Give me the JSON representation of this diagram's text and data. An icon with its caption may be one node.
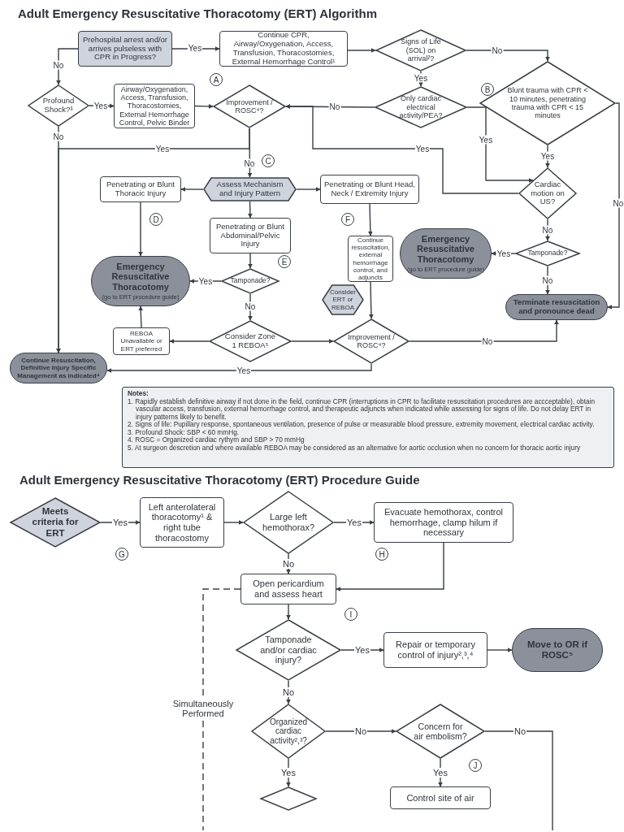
{
  "diagram": {
    "title": "Adult Emergency Resuscitative Thoracotomy (ERT) Algorithm",
    "nodes": [
      {
        "text": [
          "Prehospital arrest and/or arrives pulseless with CPR in Progress?"
        ]
      },
      {
        "text": [
          "Continue CPR, Airway/Oxygenation, Access, Transfusion, Thoracostomies, External Hemorrhage Control¹"
        ]
      },
      {
        "text": [
          "Signs of Life (SOL) on arrival²?"
        ]
      },
      {
        "text": [
          "Profound Shock?³"
        ]
      },
      {
        "text": [
          "Airway/Oxygenation, Access, Transfusion, Thoracostomies, External Hemorrhage Control, Pelvic Binder"
        ]
      },
      {
        "text": [
          "Improvement / ROSC⁴?"
        ]
      },
      {
        "text": [
          "Only cardiac electrical activity/PEA?"
        ]
      },
      {
        "text": [
          "Blunt trauma with CPR < 10 minutes, penetrating trauma with CPR < 15 minutes"
        ]
      },
      {
        "text": [
          "Assess Mechanism and Injury Pattern"
        ]
      },
      {
        "text": [
          "Penetrating or Blunt Thoracic Injury"
        ]
      },
      {
        "text": [
          "Penetrating or Blunt Head, Neck / Extremity Injury"
        ]
      },
      {
        "text": [
          "Cardiac motion on US?"
        ]
      },
      {
        "text": [
          "Penetrating or Blunt Abdominal/Pelvic Injury"
        ]
      },
      {
        "text": [
          "Emergency Resuscitative Thoracotomy",
          "(go to ERT procedure guide)"
        ]
      },
      {
        "text": [
          "Tamponade?"
        ]
      },
      {
        "text": [
          "Continue resuscitation, external hemorrhage control, and adjuncts"
        ]
      },
      {
        "text": [
          "Consider ERT or REBOA"
        ]
      },
      {
        "text": [
          "Emergency Resuscitative Thoracotomy",
          "(go to ERT procedure guide)"
        ]
      },
      {
        "text": [
          "Tamponade?"
        ]
      },
      {
        "text": [
          "Terminate resuscitation and pronounce dead"
        ]
      },
      {
        "text": [
          "REBOA Unavailable or ERT preferred"
        ]
      },
      {
        "text": [
          "Consider Zone 1 REBOA⁵"
        ]
      },
      {
        "text": [
          "Improvement / ROSC⁴?"
        ]
      },
      {
        "text": [
          "Continue Resuscitation, Definitive Injury Specific Management as indicated⁴"
        ]
      },
      {
        "text": [
          "Notes:",
          "1. Rapidly establish definitive airway if not done in the field, continue CPR (interruptions in CPR to facilitate resuscitation procedures are accceptable), obtain vascular access, transfusion, external hemorrhage control, and therapeutic adjuncts when indicated while assessing for signs of life. Do not delay ERT in injury patterns likely to benefit.",
          "2. Signs of life: Pupillary response, spontaneous ventilation, presence of pulse or measurable blood pressure, extremity movement, electrical cardiac activity.",
          "3. Profound Shock: SBP < 60 mmHg.",
          "4. ROSC = Organized cardiac rythym and SBP > 70 mmHg",
          "5. At surgeon descretion and where available REBOA may be considered as an alternative for aortic occlusion when no concern for thoracic aortic injury"
        ]
      },
      {
        "text": [
          "Meets criteria for ERT"
        ]
      },
      {
        "text": [
          "Left anterolateral thoracotomy¹ & right tube thoracostomy"
        ]
      },
      {
        "text": [
          "Large left hemothorax?"
        ]
      },
      {
        "text": [
          "Evacuate hemothorax, control hemorrhage, clamp hilum if necessary"
        ]
      },
      {
        "text": [
          "Open pericardium and assess heart"
        ]
      },
      {
        "text": [
          "Tamponade and/or cardiac injury?"
        ]
      },
      {
        "text": [
          "Repair or temporary control of injury²,³,⁴"
        ]
      },
      {
        "text": [
          "Move to OR if ROSC⁵"
        ]
      },
      {
        "text": [
          "Organized cardiac activity²,³?"
        ]
      },
      {
        "text": [
          "Concern for air embolism?"
        ]
      },
      {
        "text": [
          "Control site of air"
        ]
      },
      {
        "text": [],
        "shape": "diamond"
      }
    ],
    "edges": [
      {
        "from": 0,
        "to": 1,
        "arrow": "to",
        "label": "Yes"
      },
      {
        "from": 0,
        "to": 3,
        "arrow": "to",
        "label": "No"
      },
      {
        "from": 1,
        "to": 2,
        "arrow": "to"
      },
      {
        "from": 2,
        "to": 7,
        "arrow": "to",
        "label": "No"
      },
      {
        "from": 2,
        "to": 6,
        "arrow": "to",
        "label": "Yes"
      },
      {
        "from": 3,
        "to": 4,
        "arrow": "to",
        "label": "Yes"
      },
      {
        "from": 3,
        "to": 23,
        "arrow": "to",
        "label": "No"
      },
      {
        "from": 4,
        "to": 5,
        "arrow": "to"
      },
      {
        "from": 6,
        "to": 5,
        "arrow": "to",
        "label": "No"
      },
      {
        "from": 6,
        "to": 11,
        "arrow": "to",
        "label": "Yes"
      },
      {
        "from": 7,
        "to": 11,
        "arrow": "to",
        "label": "Yes"
      },
      {
        "from": 7,
        "to": 19,
        "arrow": "to",
        "label": "No"
      },
      {
        "from": 11,
        "to": 5,
        "arrow": "to",
        "label": "Yes"
      },
      {
        "from": 5,
        "to": 23,
        "arrow": "to",
        "label": "Yes"
      },
      {
        "from": 5,
        "to": 8,
        "arrow": "to",
        "label": "No"
      },
      {
        "from": 8,
        "to": 9,
        "arrow": "to"
      },
      {
        "from": 8,
        "to": 12,
        "arrow": "to"
      },
      {
        "from": 8,
        "to": 10,
        "arrow": "to"
      },
      {
        "from": 9,
        "to": 13,
        "arrow": "to"
      },
      {
        "from": 12,
        "to": 14,
        "arrow": "to"
      },
      {
        "from": 14,
        "to": 13,
        "arrow": "to",
        "label": "Yes"
      },
      {
        "from": 14,
        "to": 21,
        "arrow": "to",
        "label": "No"
      },
      {
        "from": 10,
        "to": 15,
        "arrow": "to"
      },
      {
        "from": 15,
        "to": 22,
        "arrow": "to"
      },
      {
        "from": 11,
        "to": 18,
        "arrow": "to",
        "label": "No"
      },
      {
        "from": 18,
        "to": 17,
        "arrow": "to",
        "label": "Yes"
      },
      {
        "from": 18,
        "to": 19,
        "arrow": "to",
        "label": "No"
      },
      {
        "from": 21,
        "to": 20,
        "arrow": "to"
      },
      {
        "from": 21,
        "to": 22,
        "arrow": "to"
      },
      {
        "from": 20,
        "to": 13,
        "arrow": "to"
      },
      {
        "from": 22,
        "to": 19,
        "arrow": "to",
        "label": "No"
      },
      {
        "from": 22,
        "to": 23,
        "arrow": "to",
        "label": "Yes"
      },
      {
        "from": 25,
        "to": 26,
        "arrow": "to",
        "label": "Yes"
      },
      {
        "from": 26,
        "to": 27,
        "arrow": "to"
      },
      {
        "from": 27,
        "to": 28,
        "arrow": "to",
        "label": "Yes"
      },
      {
        "from": 27,
        "to": 29,
        "arrow": "to",
        "label": "No"
      },
      {
        "from": 28,
        "to": 29,
        "arrow": "to"
      },
      {
        "from": 29,
        "to": 30,
        "arrow": "to"
      },
      {
        "from": 30,
        "to": 31,
        "arrow": "to",
        "label": "Yes"
      },
      {
        "from": 31,
        "to": 32,
        "arrow": "to"
      },
      {
        "from": 30,
        "to": 33,
        "arrow": "to",
        "label": "No"
      },
      {
        "from": 33,
        "to": 34,
        "arrow": "to",
        "label": "No"
      },
      {
        "from": 33,
        "to": 36,
        "arrow": "to",
        "label": "Yes"
      },
      {
        "from": 34,
        "to": 35,
        "arrow": "to",
        "label": "Yes"
      },
      {
        "from": 34,
        "to": null,
        "arrow": "none",
        "label": "No"
      },
      {
        "from": 29,
        "to": null,
        "arrow": "none",
        "style": "dashed",
        "label": "Simultaneously Performed"
      }
    ],
    "labels": [
      "A",
      "B",
      "C",
      "D",
      "E",
      "F",
      "Adult Emergency Resuscitative Thoracotomy (ERT) Procedure Guide",
      "G",
      "H",
      "I",
      "J"
    ]
  }
}
